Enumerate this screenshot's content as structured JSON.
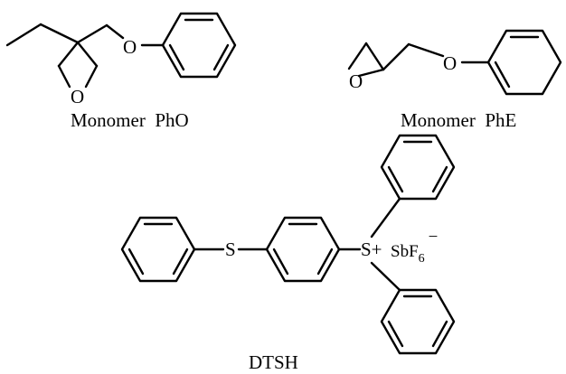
{
  "figure": {
    "molecules": [
      {
        "id": "pho",
        "caption": "Monomer  PhO",
        "atoms": {
          "ring_o": "O",
          "ether_o": "O"
        }
      },
      {
        "id": "phe",
        "caption": "Monomer  PhE",
        "atoms": {
          "ring_o": "O",
          "ether_o": "O"
        }
      },
      {
        "id": "dtsh",
        "caption": "DTSH",
        "atoms": {
          "thioether_s": "S",
          "sulfonium_s": "S+"
        },
        "counterion": {
          "base": "SbF",
          "subscript": "6",
          "charge": "−"
        }
      }
    ]
  }
}
